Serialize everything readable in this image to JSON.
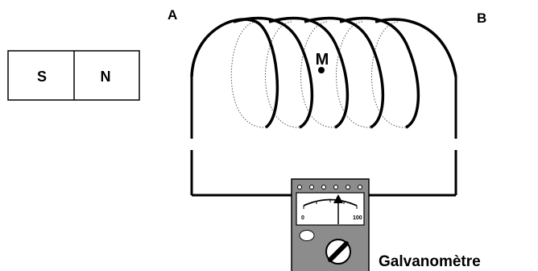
{
  "labels": {
    "end_a": "A",
    "end_b": "B",
    "point_m": "M",
    "instrument": "Galvanomètre"
  },
  "magnet": {
    "left_pole": "S",
    "right_pole": "N"
  },
  "meter": {
    "scale_min": "0",
    "scale_max": "100"
  },
  "colors": {
    "ink": "#000000",
    "meter_body": "#8c8c8c",
    "meter_face": "#ffffff"
  }
}
